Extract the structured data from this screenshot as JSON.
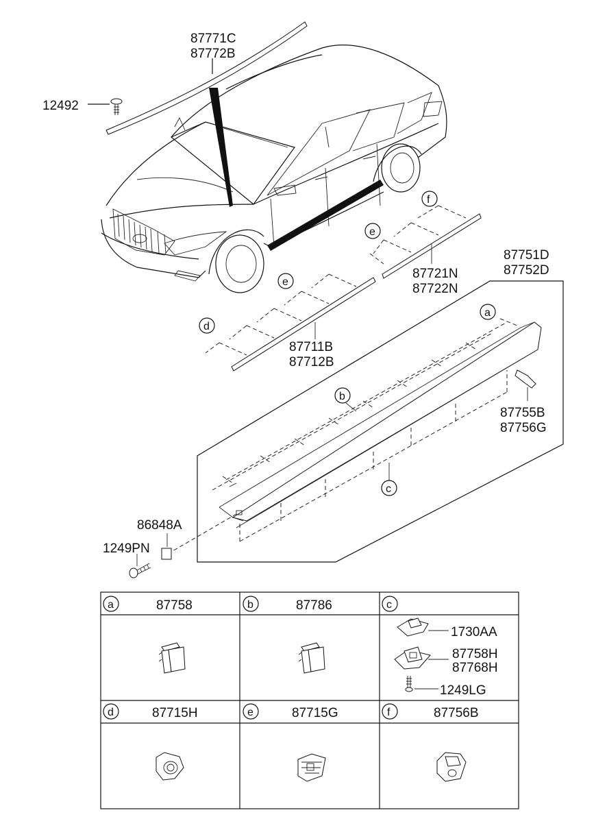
{
  "car": {
    "part_labels": {
      "roof_molding": [
        "87771C",
        "87772B"
      ],
      "roof_screw": "12492",
      "side_sill": [
        "87751D",
        "87752D"
      ],
      "rear_door_molding": [
        "87721N",
        "87722N"
      ],
      "front_door_molding": [
        "87711B",
        "87712B"
      ],
      "sill_bracket": [
        "87755B",
        "87756G"
      ],
      "nut": "86848A",
      "bolt": "1249PN"
    },
    "callouts": [
      "a",
      "b",
      "c",
      "d",
      "e",
      "f"
    ]
  },
  "legend": {
    "cells": [
      {
        "letter": "a",
        "part": "87758"
      },
      {
        "letter": "b",
        "part": "87786"
      },
      {
        "letter": "c",
        "part": "",
        "items": [
          "1730AA",
          "87758H",
          "87768H",
          "1249LG"
        ]
      },
      {
        "letter": "d",
        "part": "87715H"
      },
      {
        "letter": "e",
        "part": "87715G"
      },
      {
        "letter": "f",
        "part": "87756B"
      }
    ]
  }
}
